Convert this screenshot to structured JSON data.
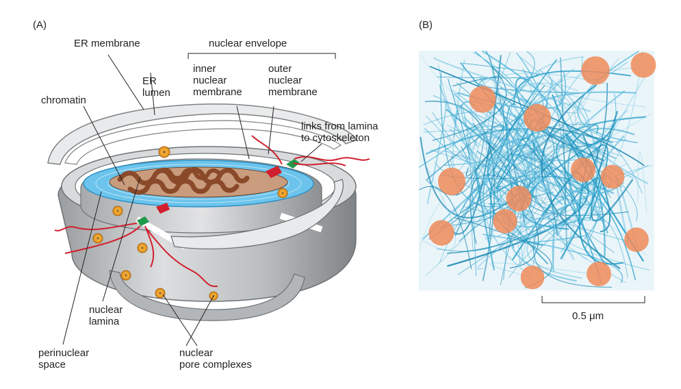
{
  "panel_labels": {
    "a": "(A)",
    "b": "(B)"
  },
  "labels": {
    "er_membrane": "ER membrane",
    "nuclear_envelope": "nuclear envelope",
    "inner_nuclear_membrane": "inner\nnuclear\nmembrane",
    "outer_nuclear_membrane": "outer\nnuclear\nmembrane",
    "er_lumen": "ER\nlumen",
    "chromatin": "chromatin",
    "links": "links from lamina\nto cytoskeleton",
    "nuclear_lamina": "nuclear\nlamina",
    "perinuclear_space": "perinuclear\nspace",
    "nuclear_pore_complexes": "nuclear\npore complexes"
  },
  "scale_bar": {
    "label": "0.5 μm"
  },
  "colors": {
    "membrane_gray": "#c9cbcc",
    "membrane_shadow": "#8e9193",
    "lamina_blue": "#4fb3e6",
    "chromatin_brown": "#8a4a2a",
    "cytoskeleton_red": "#d1202f",
    "link_green": "#1f9a4b",
    "pore_orange": "#f0a830",
    "micrograph_filament": "#2a9fc9",
    "micrograph_pore": "#f08b5a"
  }
}
